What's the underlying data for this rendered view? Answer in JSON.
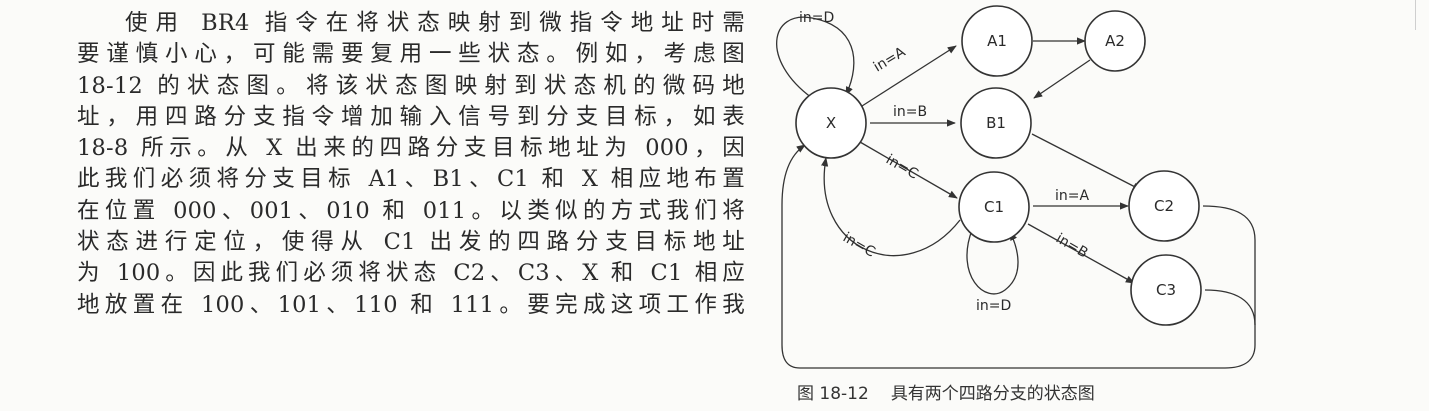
{
  "paragraph": [
    "使用 BR4 指令在将状态映射到微指令地址时需",
    "要谨慎小心，可能需要复用一些状态。例如，考虑图",
    "18-12 的状态图。将该状态图映射到状态机的微码地",
    "址，用四路分支指令增加输入信号到分支目标，如表",
    "18-8 所示。从 X 出来的四路分支目标地址为 000，因",
    "此我们必须将分支目标 A1、B1、C1 和 X 相应地布置",
    "在位置 000、001、010 和 011。以类似的方式我们将",
    "状态进行定位，使得从 C1 出发的四路分支目标地址",
    "为 100。因此我们必须将状态 C2、C3、X 和 C1 相应",
    "地放置在 100、101、110 和 111。要完成这项工作我"
  ],
  "figure": {
    "number": "图 18-12",
    "caption": "具有两个四路分支的状态图",
    "states": [
      "X",
      "A1",
      "A2",
      "B1",
      "C1",
      "C2",
      "C3"
    ],
    "edge_labels": {
      "x_self": "in=D",
      "x_to_a1": "in=A",
      "x_to_b1": "in=B",
      "x_to_c1": "in=C",
      "c1_to_x": "in=C",
      "c1_to_c2": "in=A",
      "c1_to_c3": "in=B",
      "c1_self": "in=D"
    },
    "edges": [
      {
        "from": "X",
        "to": "X",
        "label": "in=D"
      },
      {
        "from": "X",
        "to": "A1",
        "label": "in=A"
      },
      {
        "from": "X",
        "to": "B1",
        "label": "in=B"
      },
      {
        "from": "X",
        "to": "C1",
        "label": "in=C"
      },
      {
        "from": "A1",
        "to": "A2",
        "label": ""
      },
      {
        "from": "A2",
        "to": "B1",
        "label": ""
      },
      {
        "from": "B1",
        "to": "C2",
        "label": ""
      },
      {
        "from": "C1",
        "to": "X",
        "label": "in=C"
      },
      {
        "from": "C1",
        "to": "C2",
        "label": "in=A"
      },
      {
        "from": "C1",
        "to": "C3",
        "label": "in=B"
      },
      {
        "from": "C1",
        "to": "C1",
        "label": "in=D"
      },
      {
        "from": "C2",
        "to": "X",
        "label": ""
      },
      {
        "from": "C3",
        "to": "X",
        "label": ""
      }
    ]
  }
}
